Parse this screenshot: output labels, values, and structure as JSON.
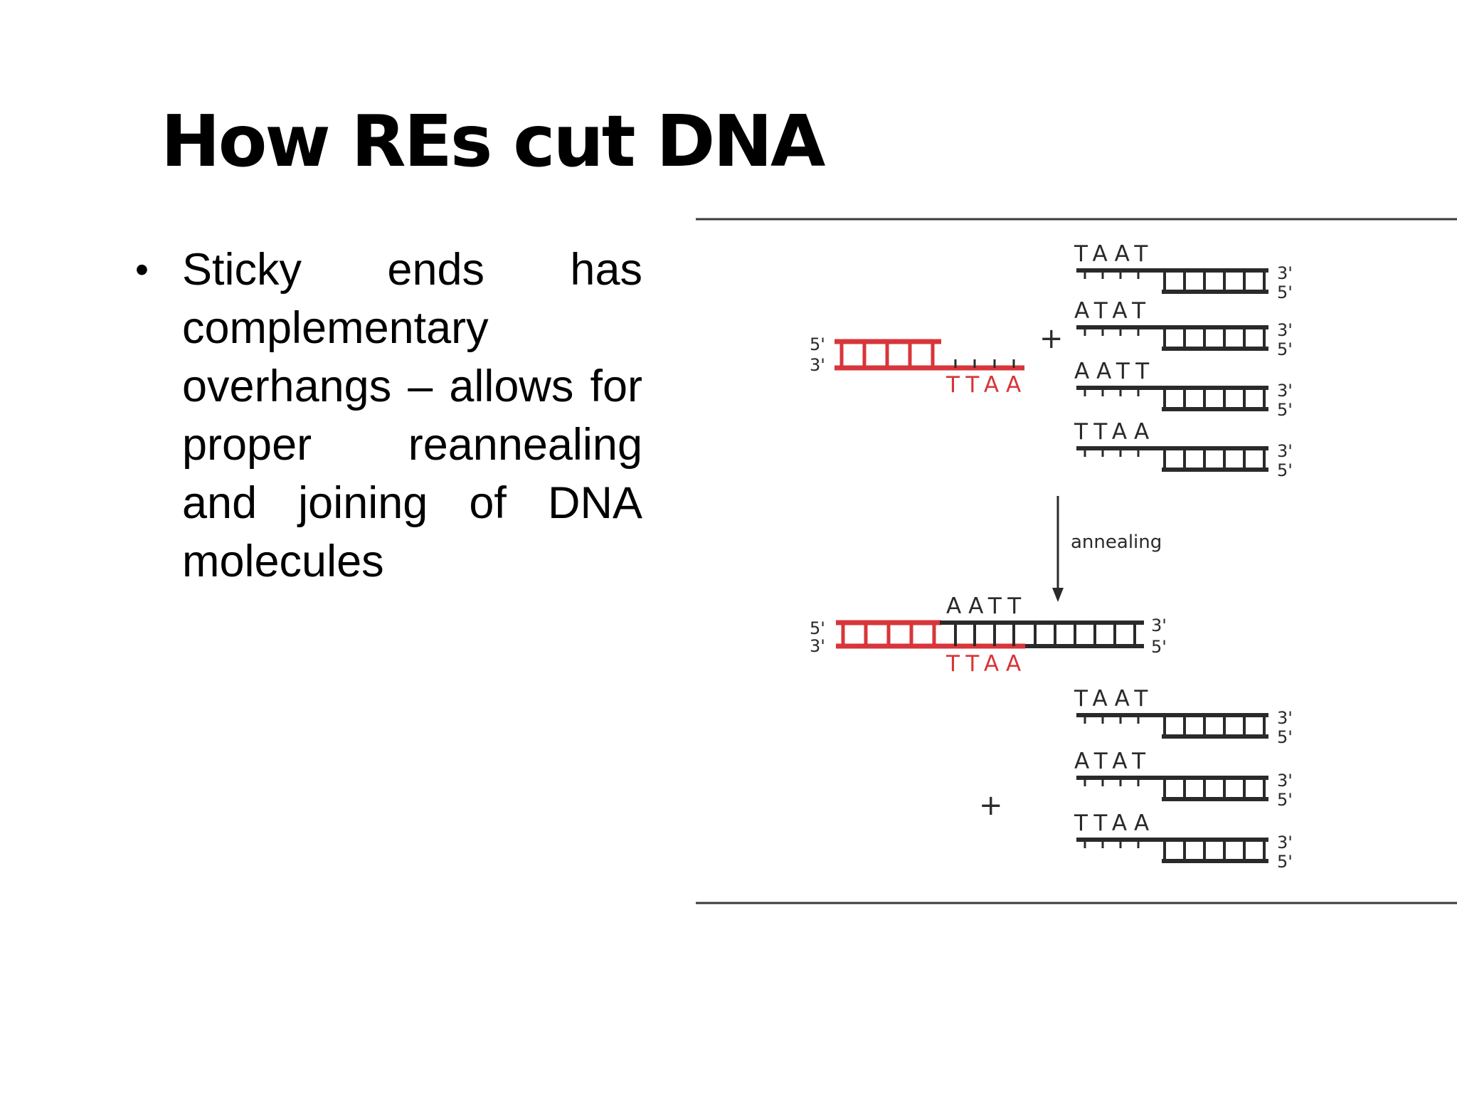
{
  "slide": {
    "title": "How REs cut DNA",
    "bullet": {
      "marker": "•",
      "text": "Sticky ends has complementary overhangs – allows for proper reannealing and joining of DNA molecules"
    }
  },
  "figure": {
    "colors": {
      "red": "#d8353a",
      "black": "#2a2a2a"
    },
    "red_fragment_labels": {
      "top_end": "5'",
      "bottom_end": "3'"
    },
    "red_overhang": "TTAA",
    "plus": "+",
    "fragments_top": [
      {
        "overhang": "TAAT",
        "top_end": "3'",
        "bottom_end": "5'"
      },
      {
        "overhang": "ATAT",
        "top_end": "3'",
        "bottom_end": "5'"
      },
      {
        "overhang": "AATT",
        "top_end": "3'",
        "bottom_end": "5'"
      },
      {
        "overhang": "TTAA",
        "top_end": "3'",
        "bottom_end": "5'"
      }
    ],
    "arrow_label": "annealing",
    "product": {
      "left_top_end": "5'",
      "left_bottom_end": "3'",
      "top_overhang": "AATT",
      "bottom_overhang": "TTAA",
      "right_top_end": "3'",
      "right_bottom_end": "5'"
    },
    "fragments_bottom": [
      {
        "overhang": "TAAT",
        "top_end": "3'",
        "bottom_end": "5'"
      },
      {
        "overhang": "ATAT",
        "top_end": "3'",
        "bottom_end": "5'"
      },
      {
        "overhang": "TTAA",
        "top_end": "3'",
        "bottom_end": "5'"
      }
    ]
  }
}
